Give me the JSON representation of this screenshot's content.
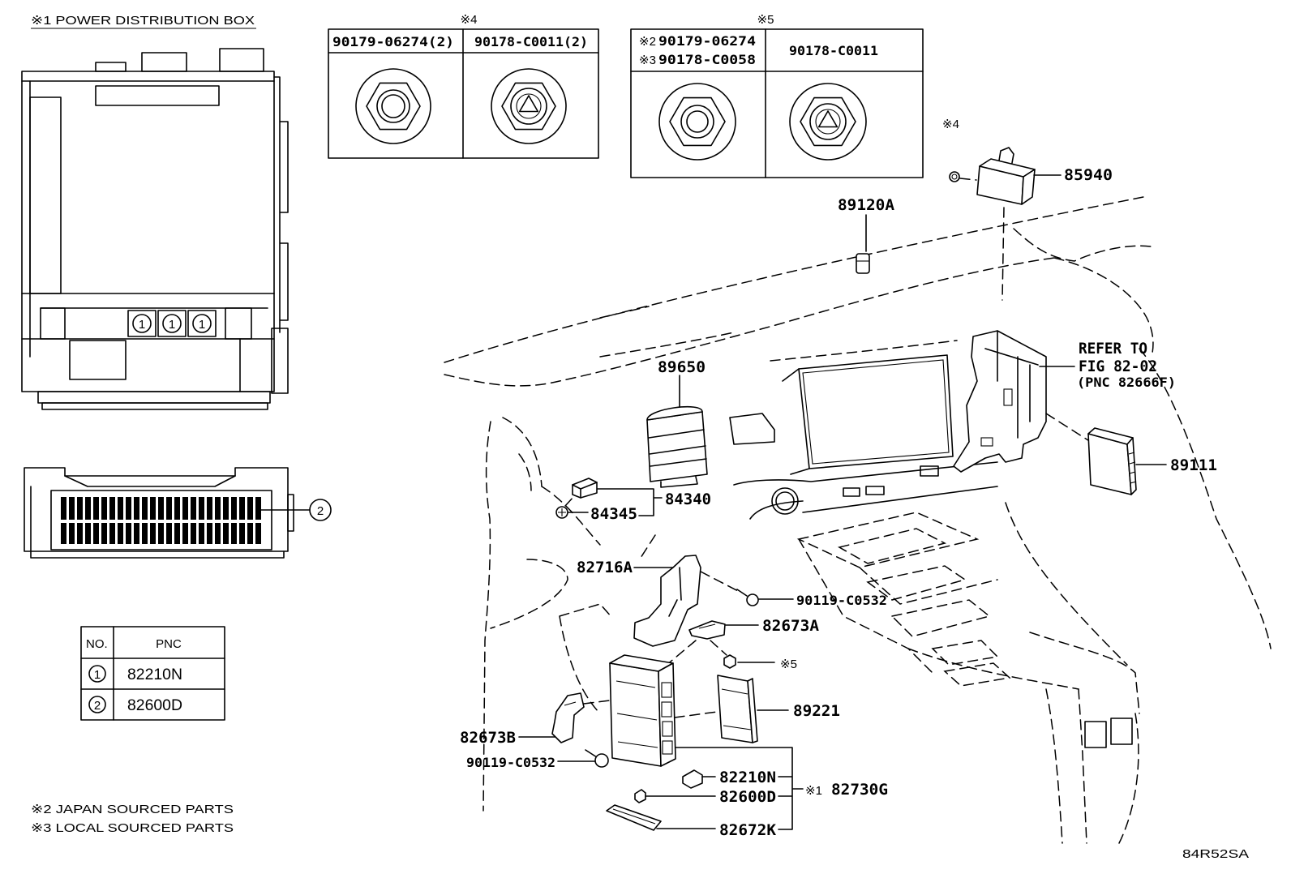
{
  "power_box": {
    "title": "※1  POWER DISTRIBUTION BOX",
    "fuse_marker": "1",
    "connector_marker": "2"
  },
  "table4": {
    "title": "※4",
    "left": "90179-06274(2)",
    "right": "90178-C0011(2)"
  },
  "table5": {
    "title": "※5",
    "left": [
      {
        "prefix": "※2",
        "part": "90179-06274"
      },
      {
        "prefix": "※3",
        "part": "90178-C0058"
      }
    ],
    "right": "90178-C0011"
  },
  "callouts": {
    "note_4": "※4",
    "p85940": "85940",
    "p89120A": "89120A",
    "refer": [
      "REFER TO",
      "FIG 82-02",
      "(PNC 82666F)"
    ],
    "p89650": "89650",
    "p89111": "89111",
    "p84340": "84340",
    "p84345": "84345",
    "p82716A": "82716A",
    "bolt_upper": "90119-C0532",
    "p82673A": "82673A",
    "note_5": "※5",
    "p89221": "89221",
    "p82673B": "82673B",
    "bolt_lower": "90119-C0532",
    "p82210N": "82210N",
    "p82600D": "82600D",
    "assembly": {
      "prefix": "※1",
      "part": "82730G"
    },
    "p82672K": "82672K"
  },
  "pnc_table": {
    "headers": [
      "NO.",
      "PNC"
    ],
    "rows": [
      {
        "no": "1",
        "pnc": "82210N"
      },
      {
        "no": "2",
        "pnc": "82600D"
      }
    ]
  },
  "notes": [
    "※2 JAPAN SOURCED PARTS",
    "※3 LOCAL SOURCED PARTS"
  ],
  "figure_id": "84R52SA"
}
